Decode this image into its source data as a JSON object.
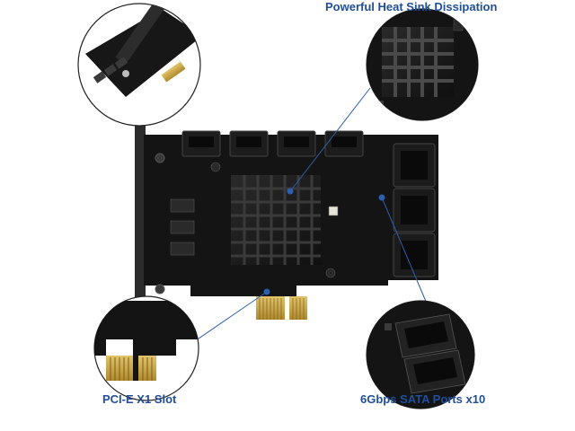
{
  "callouts": {
    "heatsink": "Powerful Heat Sink Dissipation",
    "pcie_slot": "PCI-E X1 Slot",
    "sata_ports": "6Gbps SATA Ports x10"
  },
  "colors": {
    "callout_text": "#1f4e9c",
    "leader_line": "#2b5fb0",
    "pcb": "#141414",
    "heatsink": "#1c1c1c",
    "gold_fingers": "#c9a64a",
    "bracket": "#2a2a2a"
  }
}
